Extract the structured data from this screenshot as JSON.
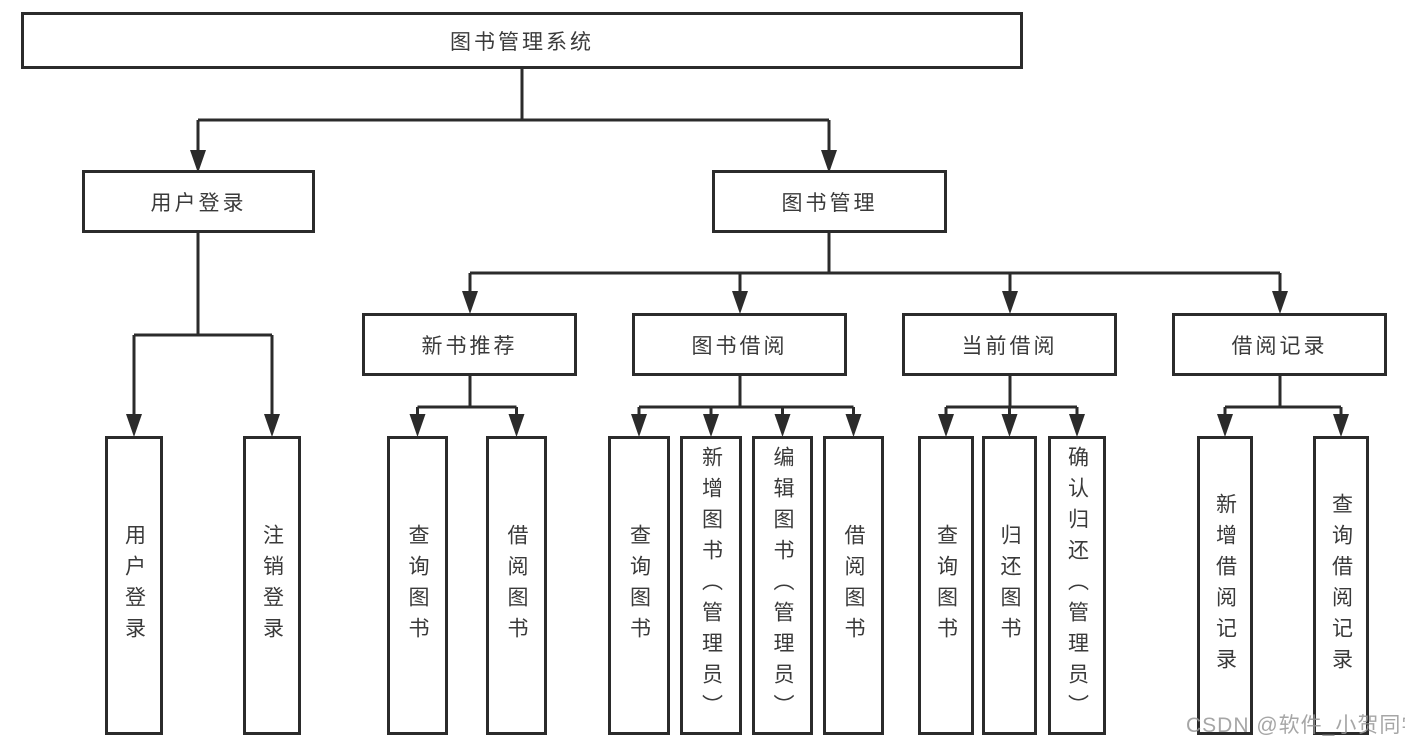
{
  "diagram_type": "hierarchy-tree",
  "colors": {
    "line": "#2b2b2b",
    "box_border": "#2b2b2b",
    "box_fill": "#ffffff",
    "text": "#3a3a3a",
    "watermark": "#969696"
  },
  "tree": {
    "label": "图书管理系统",
    "children": [
      {
        "label": "用户登录",
        "children": [
          {
            "label": "用户登录"
          },
          {
            "label": "注销登录"
          }
        ]
      },
      {
        "label": "图书管理",
        "children": [
          {
            "label": "新书推荐",
            "children": [
              {
                "label": "查询图书"
              },
              {
                "label": "借阅图书"
              }
            ]
          },
          {
            "label": "图书借阅",
            "children": [
              {
                "label": "查询图书"
              },
              {
                "label": "新增图书（管理员）"
              },
              {
                "label": "编辑图书（管理员）"
              },
              {
                "label": "借阅图书"
              }
            ]
          },
          {
            "label": "当前借阅",
            "children": [
              {
                "label": "查询图书"
              },
              {
                "label": "归还图书"
              },
              {
                "label": "确认归还（管理员）"
              }
            ]
          },
          {
            "label": "借阅记录",
            "children": [
              {
                "label": "新增借阅记录"
              },
              {
                "label": "查询借阅记录"
              }
            ]
          }
        ]
      }
    ]
  },
  "watermark": "CSDN @软件_小贺同学"
}
